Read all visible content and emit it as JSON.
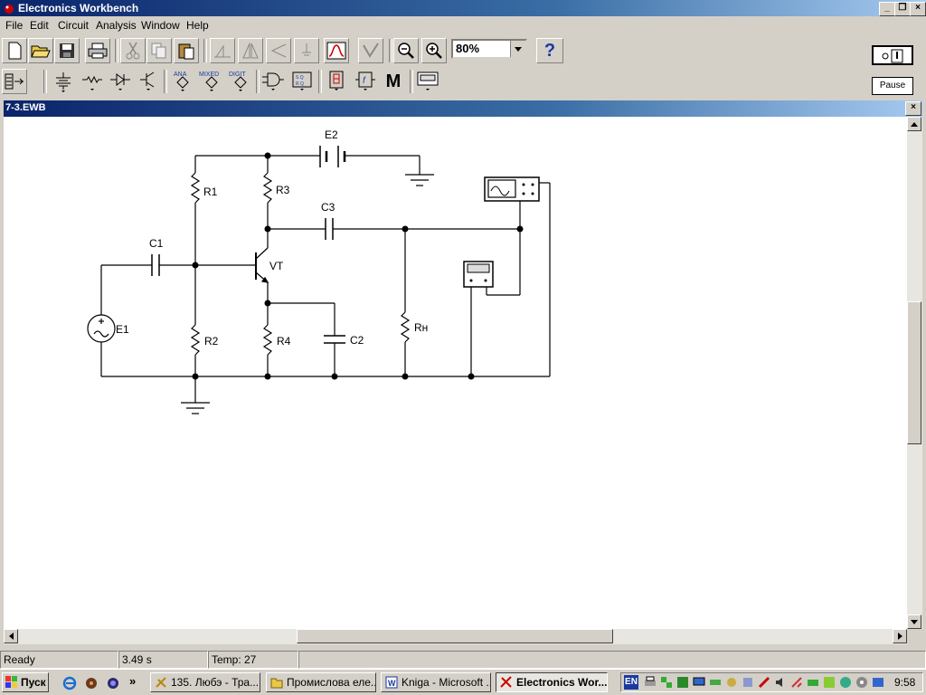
{
  "window": {
    "title": "Electronics Workbench"
  },
  "menu": [
    "File",
    "Edit",
    "Circuit",
    "Analysis",
    "Window",
    "Help"
  ],
  "toolbar": {
    "zoom_value": "80%",
    "help_label": "?",
    "pause_label": "Pause"
  },
  "parts_bin": {
    "ana_label": "ANA",
    "mixed_label": "MIXED",
    "digit_label": "DIGIT",
    "func_label": "f",
    "misc_label": "M"
  },
  "document": {
    "title": "7-3.EWB"
  },
  "circuit": {
    "labels": {
      "e1": "E1",
      "e2": "E2",
      "r1": "R1",
      "r2": "R2",
      "r3": "R3",
      "r4": "R4",
      "c1": "C1",
      "c2": "C2",
      "c3": "C3",
      "vt": "VT",
      "rn": "Rн"
    }
  },
  "status": {
    "state": "Ready",
    "time": "3.49 s",
    "temp": "Temp:  27"
  },
  "taskbar": {
    "start_label": "Пуск",
    "chevron": "»",
    "tasks": [
      "135. Любэ - Тра...",
      "Промислова еле...",
      "Kniga - Microsoft ...",
      "Electronics Wor..."
    ],
    "lang": "EN",
    "clock": "9:58"
  }
}
